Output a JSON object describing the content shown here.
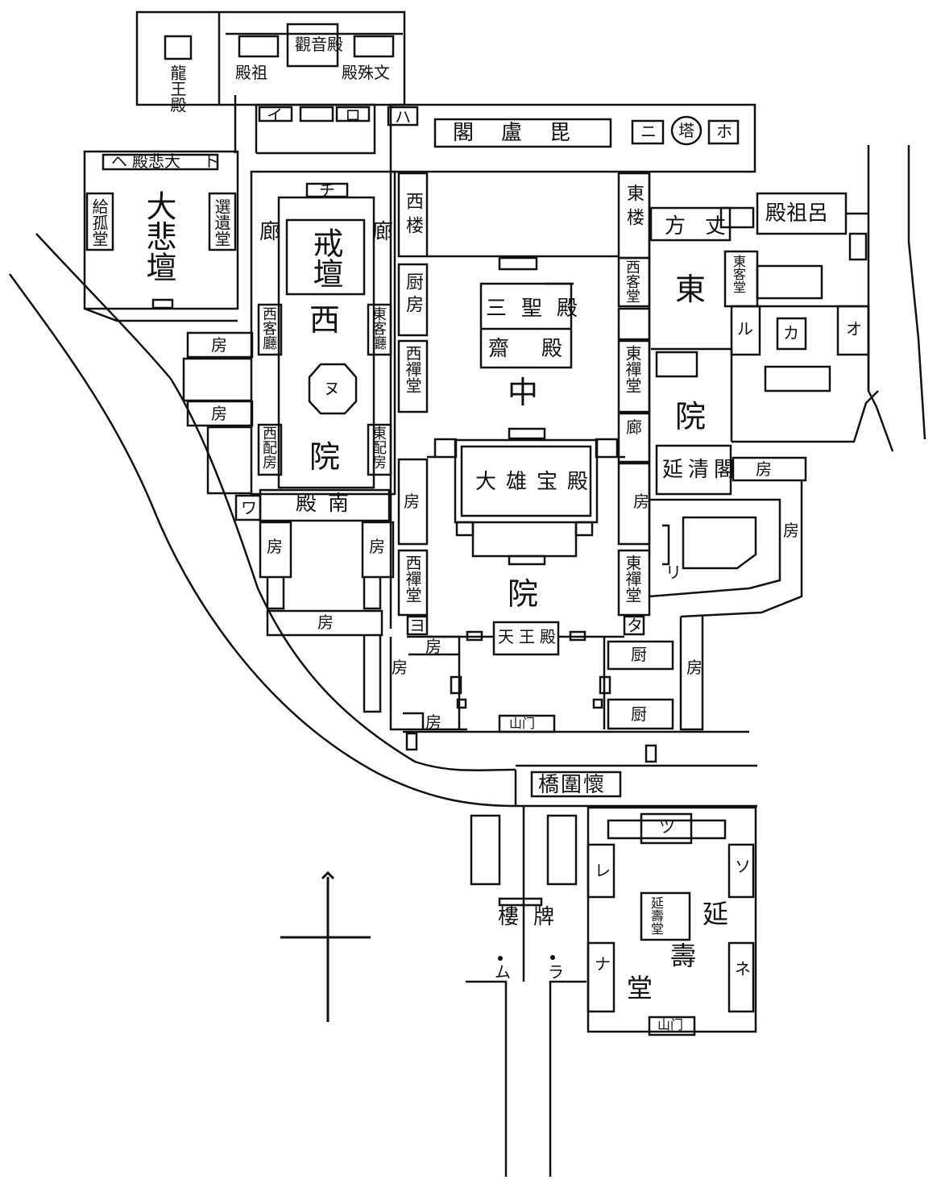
{
  "map": {
    "north_arrow": "north-arrow-icon",
    "top_group": {
      "ryuo_den": "龍王殿",
      "soshi_den": "殿祖",
      "kannon_den": "觀音殿",
      "monju_den": "殿殊文"
    },
    "letters": {
      "i": "イ",
      "ro": "ロ",
      "ha": "ハ",
      "ni": "ニ",
      "ho": "ホ",
      "he": "ヘ",
      "to": "ト",
      "chi": "チ",
      "ri": "リ",
      "nu": "ヌ",
      "ru": "ル",
      "o": "オ",
      "wa": "ワ",
      "ka": "カ",
      "yo": "ヨ",
      "ta": "タ",
      "re": "レ",
      "so": "ソ",
      "tsu": "ツ",
      "ne": "ネ",
      "na": "ナ",
      "ra": "ラ",
      "mu": "ム"
    },
    "north_row": {
      "birokaku": "閣盧毘",
      "pagoda": "塔"
    },
    "daihidan": {
      "hall": "殿悲大",
      "main": "大悲壇",
      "left_hall": "給孤堂",
      "right_hall": "選遺堂"
    },
    "west": {
      "kaidan": "戒壇",
      "name_top": "西",
      "name_bottom": "院",
      "left_corridor": "廊",
      "right_corridor": "廊",
      "west_guest": "西客廳",
      "east_guest": "東客廳",
      "west_house": "西配房",
      "east_house": "東配房",
      "south_hall": "殿南",
      "bo": "房"
    },
    "central": {
      "west_tower": "西楼",
      "east_tower": "東楼",
      "kitchen": "厨房",
      "west_zen": "西禪堂",
      "west_zen2": "西禪堂",
      "east_guest": "西客堂",
      "east_zen": "東禪堂",
      "east_zen2": "東禪堂",
      "corridor": "廊",
      "sansei_den": "三聖殿",
      "sai_den": "齋殿",
      "daiyu_den": "大雄宝殿",
      "naka": "中",
      "in": "院",
      "bo": "房",
      "tenno_den": "天王殿",
      "kitchen2": "厨",
      "sanmon": "山门"
    },
    "east": {
      "hojo": "方丈",
      "soshi_den": "殿祖呂",
      "higashi": "東",
      "in": "院",
      "guest": "東客堂",
      "enseikaku": "延清閣",
      "bo": "房"
    },
    "bridge": "橋圍懷",
    "bell_tower": "樓牌",
    "enjudo": {
      "name_1": "延",
      "name_2": "壽",
      "name_3": "堂",
      "small_hall": "延壽堂",
      "sanmon": "山门"
    }
  }
}
